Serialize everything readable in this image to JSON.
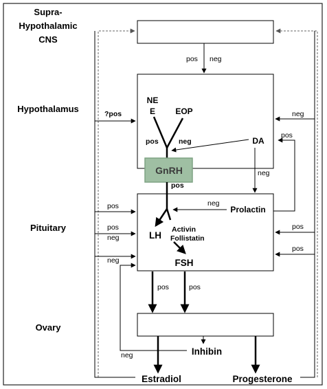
{
  "levels": {
    "supra": [
      "Supra-",
      "Hypothalamic",
      "CNS"
    ],
    "hypothalamus": "Hypothalamus",
    "pituitary": "Pituitary",
    "ovary": "Ovary"
  },
  "nodes": {
    "ne": [
      "NE",
      "E"
    ],
    "eop": "EOP",
    "da": "DA",
    "gnrh": "GnRH",
    "prolactin": "Prolactin",
    "lh": "LH",
    "fsh": "FSH",
    "activin": "Activin",
    "follistatin": "Follistatin",
    "inhibin": "Inhibin",
    "estradiol": "Estradiol",
    "progesterone": "Progesterone"
  },
  "signals": {
    "pos": "pos",
    "neg": "neg",
    "q_pos": "?pos"
  },
  "colors": {
    "gnrh_fill": "#9fbfa3",
    "gnrh_border": "#7fa383",
    "dashed_line": "#666666"
  }
}
